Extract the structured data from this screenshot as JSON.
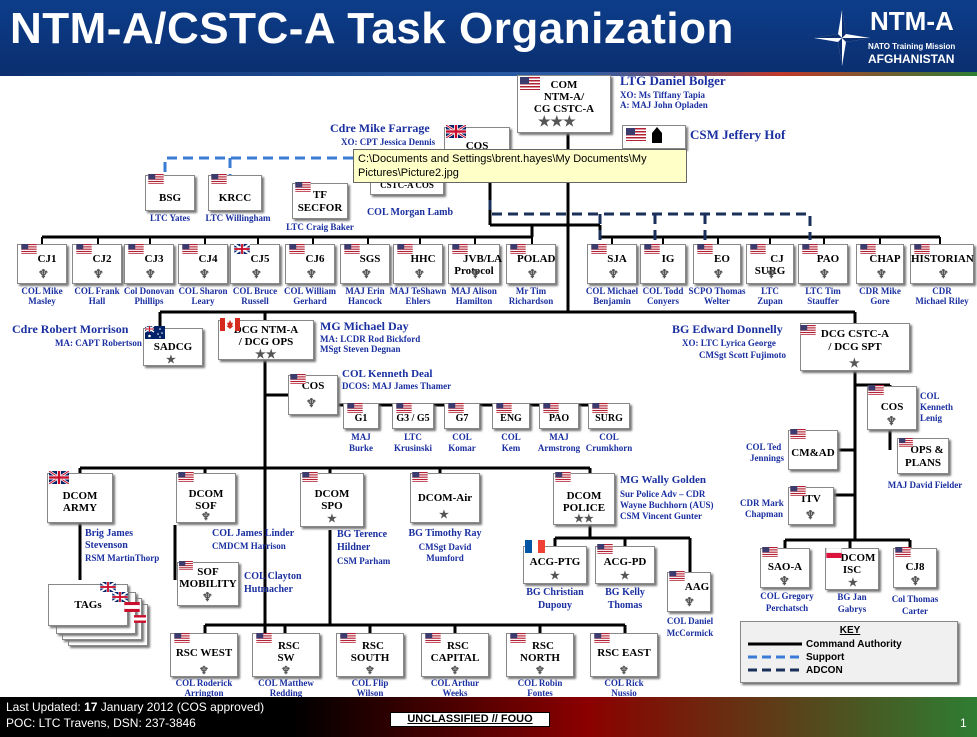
{
  "header": {
    "title": "NTM-A/CSTC-A Task Organization",
    "logo_text": "NTM-A",
    "logo_sub1": "NATO Training Mission",
    "logo_sub2": "AFGHANISTAN"
  },
  "tooltip": "C:\\Documents and Settings\\brent.hayes\\My Documents\\My Pictures\\Picture2.jpg",
  "com": {
    "label1": "COM",
    "label2": "NTM-A/",
    "label3": "CG CSTC-A",
    "person": "LTG Daniel Bolger",
    "xo": "XO:  Ms Tiffany Tapia",
    "a": "A: MAJ John Opladen"
  },
  "csm": {
    "person": "CSM Jeffery Hof"
  },
  "cos": {
    "label": "COS",
    "sub": "CSTC-A COS",
    "person": "Cdre Mike Farrage",
    "xo": "XO: CPT Jessica Dennis",
    "cosname": "COL Morgan Lamb"
  },
  "row1": [
    {
      "label": "BSG",
      "name": "LTC Yates"
    },
    {
      "label": "KRCC",
      "name": "LTC Willingham"
    },
    {
      "label1": "TF",
      "label2": "SECFOR",
      "name": "LTC Craig Baker"
    }
  ],
  "staff": [
    {
      "label": "CJ1",
      "n1": "COL Mike",
      "n2": "Masley"
    },
    {
      "label": "CJ2",
      "n1": "COL Frank",
      "n2": "Hall"
    },
    {
      "label": "CJ3",
      "n1": "Col Donovan",
      "n2": "Phillips"
    },
    {
      "label": "CJ4",
      "n1": "COL Sharon",
      "n2": "Leary"
    },
    {
      "label": "CJ5",
      "n1": "COL Bruce",
      "n2": "Russell"
    },
    {
      "label": "CJ6",
      "n1": "COL William",
      "n2": "Gerhard"
    },
    {
      "label": "SGS",
      "n1": "MAJ Erin",
      "n2": "Hancock"
    },
    {
      "label": "HHC",
      "n1": "MAJ TeShawn",
      "n2": "Ehlers"
    },
    {
      "label1": "JVB/LA",
      "label2": "Protocol",
      "n1": "MAJ Alison",
      "n2": "Hamilton"
    },
    {
      "label": "POLAD",
      "n1": "Mr Tim",
      "n2": "Richardson"
    },
    {
      "label": "SJA",
      "n1": "COL Michael",
      "n2": "Benjamin"
    },
    {
      "label": "IG",
      "n1": "COL Todd",
      "n2": "Conyers"
    },
    {
      "label": "EO",
      "n1": "SCPO Thomas",
      "n2": "Welter"
    },
    {
      "label1": "CJ",
      "label2": "SURG",
      "n1": "LTC",
      "n2": "Zupan"
    },
    {
      "label": "PAO",
      "n1": "LTC Tim",
      "n2": "Stauffer"
    },
    {
      "label": "CHAP",
      "n1": "CDR Mike",
      "n2": "Gore"
    },
    {
      "label": "HISTORIAN",
      "n1": "CDR",
      "n2": "Michael Riley"
    }
  ],
  "sadcg": {
    "label": "SADCG",
    "person": "Cdre Robert Morrison",
    "ma": "MA: CAPT Robertson"
  },
  "dcgops": {
    "label1": "DCG NTM-A",
    "label2": "/ DCG OPS",
    "person": "MG Michael Day",
    "ma": "MA: LCDR Rod Bickford",
    "msgt": "MSgt Steven Degnan"
  },
  "opscos": {
    "label": "COS",
    "person": "COL Kenneth Deal",
    "dcos": "DCOS: MAJ James Thamer"
  },
  "opsstaff": [
    {
      "label": "G1",
      "n1": "MAJ",
      "n2": "Burke"
    },
    {
      "label": "G3 / G5",
      "n1": "LTC",
      "n2": "Krusinski"
    },
    {
      "label": "G7",
      "n1": "COL",
      "n2": "Komar"
    },
    {
      "label": "ENG",
      "n1": "COL",
      "n2": "Kem"
    },
    {
      "label": "PAO",
      "n1": "MAJ",
      "n2": "Armstrong"
    },
    {
      "label": "SURG",
      "n1": "COL",
      "n2": "Crumkhorn"
    }
  ],
  "dcgspt": {
    "label1": "DCG CSTC-A",
    "label2": "/ DCG SPT",
    "person": "BG Edward Donnelly",
    "xo": "XO: LTC Lyrica George",
    "cmsgt": "CMSgt Scott Fujimoto"
  },
  "sptcos": {
    "label": "COS",
    "n1": "COL",
    "n2": "Kenneth",
    "n3": "Lenig"
  },
  "opsplans": {
    "label1": "OPS &",
    "label2": "PLANS",
    "name": "MAJ David Fielder"
  },
  "cmd": {
    "label": "CM&AD",
    "n1": "COL Ted",
    "n2": "Jennings"
  },
  "itv": {
    "label": "ITV",
    "n1": "CDR Mark",
    "n2": "Chapman"
  },
  "saoa": {
    "label": "SAO-A",
    "n1": "COL Gregory",
    "n2": "Perchatsch"
  },
  "dcomisc": {
    "label1": "DCOM",
    "label2": "ISC",
    "n1": "BG Jan",
    "n2": "Gabrys"
  },
  "cj8": {
    "label": "CJ8",
    "n1": "Col Thomas",
    "n2": "Carter"
  },
  "dcomarmy": {
    "label1": "DCOM",
    "label2": "ARMY",
    "n1": "Brig James",
    "n2": "Stevenson",
    "n3": "RSM  MartinThorp"
  },
  "tags": {
    "label": "TAGs"
  },
  "dcomsof": {
    "label1": "DCOM",
    "label2": "SOF",
    "n1": "COL James Linder",
    "n2": "CMDCM Harrison"
  },
  "sofmob": {
    "label1": "SOF",
    "label2": "MOBILITY",
    "n1": "COL Clayton",
    "n2": "Hutmacher"
  },
  "dcomspo": {
    "label1": "DCOM",
    "label2": "SPO",
    "n1": "BG Terence",
    "n2": "Hildner",
    "n3": "CSM  Parham"
  },
  "dcomair": {
    "label": "DCOM-Air",
    "n1": "BG Timothy Ray",
    "n2": "CMSgt David",
    "n3": "Mumford"
  },
  "dcompolice": {
    "label1": "DCOM",
    "label2": "POLICE",
    "n1": "MG Wally Golden",
    "n2": "Sur Police Adv – CDR",
    "n3": "Wayne Buchhorn (AUS)",
    "n4": "CSM Vincent Gunter"
  },
  "acgptg": {
    "label": "ACG-PTG",
    "n1": "BG Christian",
    "n2": "Dupouy"
  },
  "acgpd": {
    "label": "ACG-PD",
    "n1": "BG Kelly",
    "n2": "Thomas"
  },
  "aag": {
    "label": "AAG",
    "n1": "COL Daniel",
    "n2": "McCormick"
  },
  "rsc": [
    {
      "label1": "RSC WEST",
      "label2": "",
      "n1": "COL Roderick",
      "n2": "Arrington"
    },
    {
      "label1": "RSC",
      "label2": "SW",
      "n1": "COL Matthew",
      "n2": "Redding"
    },
    {
      "label1": "RSC",
      "label2": "SOUTH",
      "n1": "COL Flip",
      "n2": "Wilson"
    },
    {
      "label1": "RSC",
      "label2": "CAPITAL",
      "n1": "COL Arthur",
      "n2": "Weeks"
    },
    {
      "label1": "RSC",
      "label2": "NORTH",
      "n1": "COL Robin",
      "n2": "Fontes"
    },
    {
      "label1": "RSC EAST",
      "label2": "",
      "n1": "COL Rick",
      "n2": "Nussio"
    }
  ],
  "key": {
    "title": "KEY",
    "r1": "Command Authority",
    "r2": "Support",
    "r3": "ADCON"
  },
  "footer": {
    "l1a": "Last Updated: ",
    "l1b": "17",
    "l1c": " January 2012 (COS approved)",
    "l2": "POC: LTC Travens, DSN: 237-3846",
    "uncl": "UNCLASSIFIED // FOUO",
    "page": "1"
  },
  "colors": {
    "header_blue": "#0d3d8a",
    "name_blue": "#1a2fa0"
  }
}
